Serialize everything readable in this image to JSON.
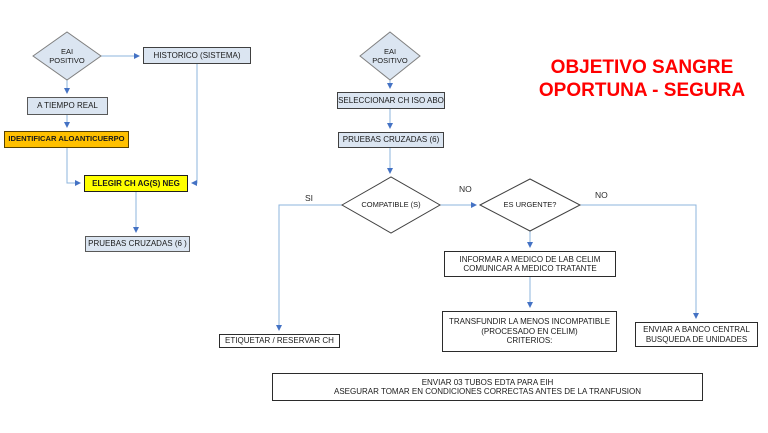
{
  "diagram_title": {
    "line1": "OBJETIVO SANGRE",
    "line2": "OPORTUNA - SEGURA"
  },
  "palette": {
    "title_red": "#ff0000",
    "node_fill_blue": "#dbe5f1",
    "node_fill_orange": "#ffc000",
    "node_fill_yellow": "#ffff00",
    "connector_line_blue": "#8eb4dc",
    "arrowhead_blue": "#4472c4"
  },
  "flow_left": {
    "eai_diamond": {
      "line1": "EAI",
      "line2": "POSITIVO"
    },
    "historico": "HISTORICO (SISTEMA)",
    "a_tiempo_real": "A TIEMPO REAL",
    "identificar_aloanticuerpo": "IDENTIFICAR ALOANTICUERPO",
    "elegir_ch": "ELEGIR CH AG(S) NEG",
    "pruebas_cruzadas": "PRUEBAS CRUZADAS (6 )"
  },
  "flow_main": {
    "eai_diamond": {
      "line1": "EAI",
      "line2": "POSITIVO"
    },
    "seleccionar_ch": "SELECCIONAR CH ISO ABO",
    "pruebas_cruzadas": "PRUEBAS CRUZADAS (6)",
    "compatible_diamond": "COMPATIBLE (S)",
    "es_urgente_diamond": "ES URGENTE?",
    "informar": {
      "line1": "INFORMAR A MEDICO DE LAB CELIM",
      "line2": "COMUNICAR A MEDICO TRATANTE"
    },
    "transfundir": {
      "line1": "TRANSFUNDIR LA MENOS INCOMPATIBLE",
      "line2": "(PROCESADO EN CELIM)",
      "line3": "CRITERIOS:"
    },
    "banco_central": {
      "line1": "ENVIAR A BANCO CENTRAL",
      "line2": "BUSQUEDA DE UNIDADES"
    },
    "etiquetar": "ETIQUETAR / RESERVAR CH",
    "nota_tubos": {
      "line1": "ENVIAR 03 TUBOS EDTA PARA EIH",
      "line2": "ASEGURAR TOMAR EN CONDICIONES CORRECTAS ANTES DE LA TRANFUSION"
    }
  },
  "edge_labels": {
    "si": "SI",
    "no_compatible": "NO",
    "no_urgente": "NO"
  }
}
